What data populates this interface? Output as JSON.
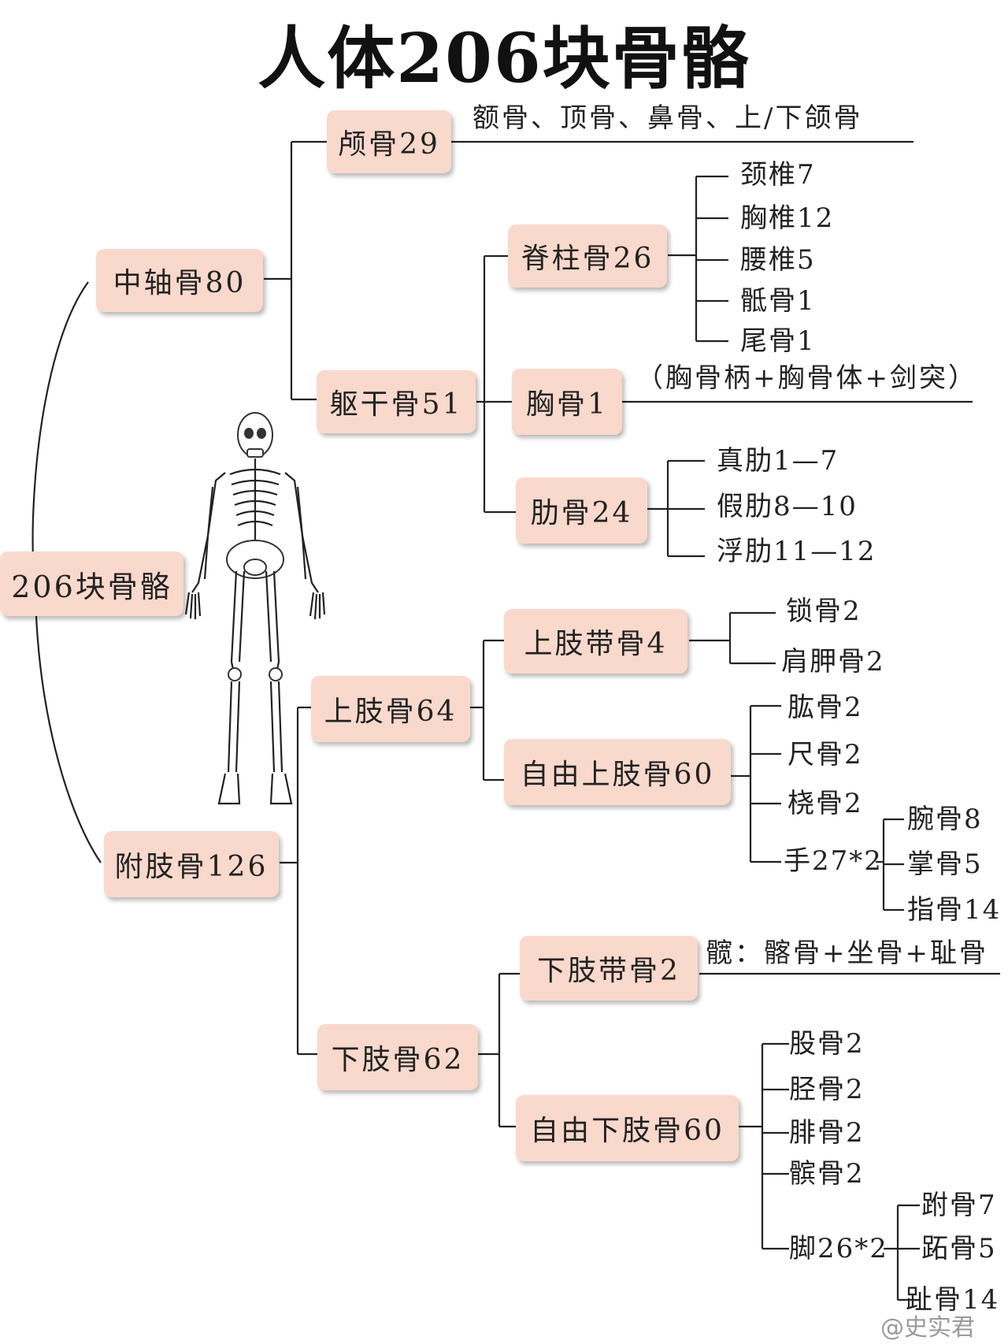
{
  "title": "人体206块骨骼",
  "root": "206块骨骼",
  "nodes": {
    "axial": "中轴骨80",
    "skull": "颅骨29",
    "skull_note": "额骨、顶骨、鼻骨、上/下颌骨",
    "trunk": "躯干骨51",
    "spine": "脊柱骨26",
    "spine_items": [
      "颈椎7",
      "胸椎12",
      "腰椎5",
      "骶骨1",
      "尾骨1"
    ],
    "sternum": "胸骨1",
    "sternum_note": "（胸骨柄+胸骨体+剑突）",
    "ribs": "肋骨24",
    "rib_items": [
      "真肋1—7",
      "假肋8—10",
      "浮肋11—12"
    ],
    "appendicular": "附肢骨126",
    "upper_limb": "上肢骨64",
    "shoulder_girdle": "上肢带骨4",
    "shoulder_items": [
      "锁骨2",
      "肩胛骨2"
    ],
    "free_upper": "自由上肢骨60",
    "free_upper_items": [
      "肱骨2",
      "尺骨2",
      "桡骨2",
      "手27*2"
    ],
    "hand_items": [
      "腕骨8",
      "掌骨5",
      "指骨14"
    ],
    "lower_limb": "下肢骨62",
    "pelvic_girdle": "下肢带骨2",
    "pelvic_note": "髋：髂骨+坐骨+耻骨",
    "free_lower": "自由下肢骨60",
    "free_lower_items": [
      "股骨2",
      "胫骨2",
      "腓骨2",
      "髌骨2",
      "脚26*2"
    ],
    "foot_items": [
      "跗骨7",
      "跖骨5",
      "趾骨14"
    ]
  },
  "watermark": "@史实君",
  "colors": {
    "box_fill": "#f9d9cc",
    "line": "#222222"
  },
  "illustration": "skeleton-figure"
}
